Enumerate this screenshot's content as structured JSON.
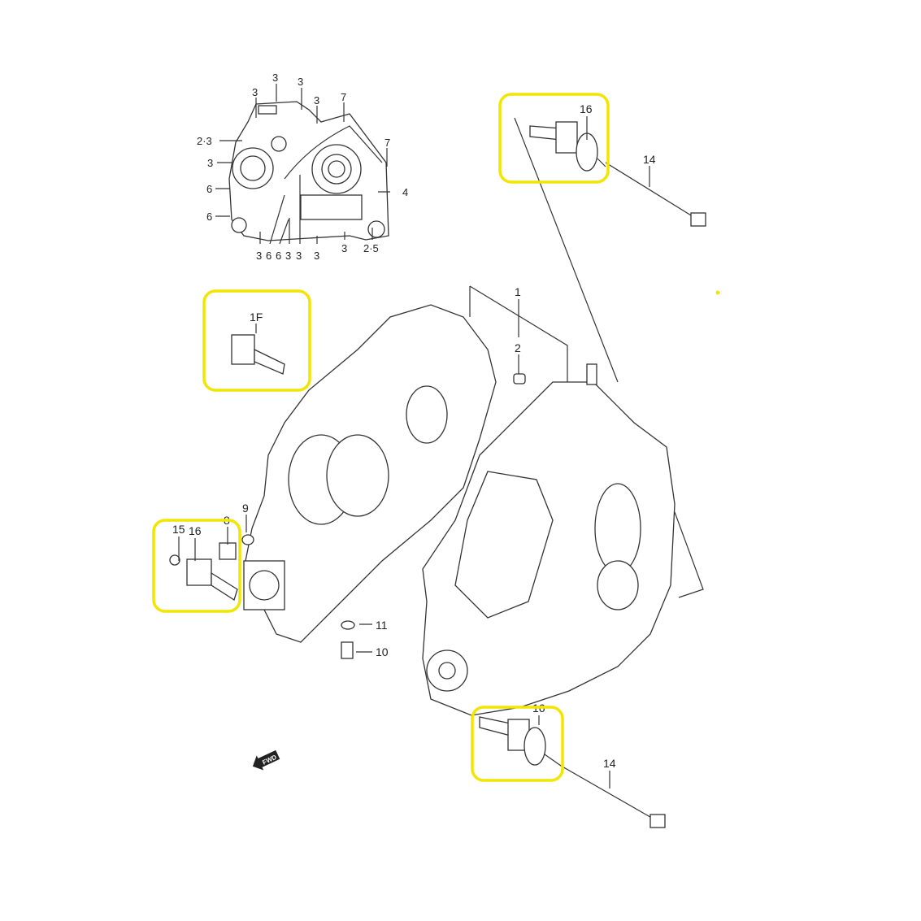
{
  "diagram": {
    "title": "Crankcase parts diagram",
    "highlight_color": "#f2e600",
    "inset_labels": [
      "3",
      "3",
      "3",
      "3",
      "7",
      "2·3",
      "3",
      "7",
      "6",
      "4",
      "6",
      "3",
      "6",
      "6",
      "3",
      "3",
      "3",
      "3",
      "2·5"
    ],
    "main_labels": {
      "l1": "1",
      "l2": "2",
      "l16_top": "16",
      "l14_top": "14",
      "l1f": "1F",
      "l8": "8",
      "l9": "9",
      "l15": "15",
      "l16_left": "16",
      "l11": "11",
      "l10": "10",
      "l16_bottom": "16",
      "l14_bottom": "14"
    },
    "fwd_arrow": "FWD"
  }
}
